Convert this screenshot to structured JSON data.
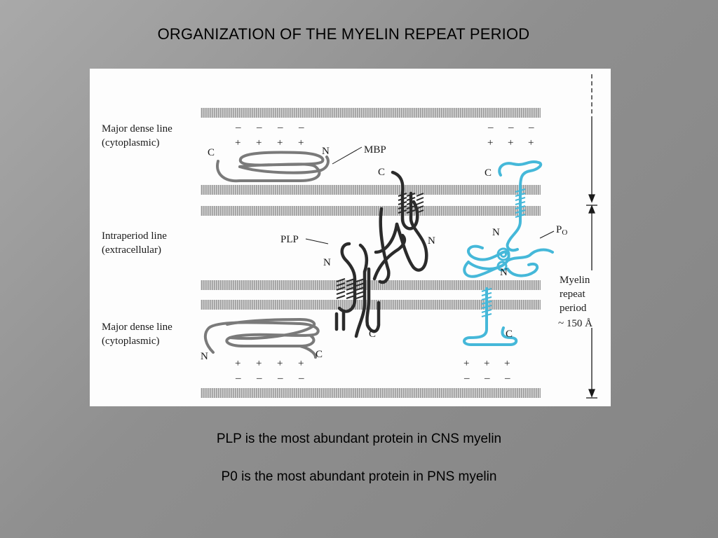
{
  "slide": {
    "title": "ORGANIZATION OF THE MYELIN REPEAT PERIOD",
    "captions": [
      "PLP is the most abundant protein in CNS myelin",
      "P0 is the most abundant protein in PNS myelin"
    ]
  },
  "diagram": {
    "layer_labels": {
      "major_dense_top": [
        "Major dense line",
        "(cytoplasmic)"
      ],
      "intraperiod": [
        "Intraperiod line",
        "(extracellular)"
      ],
      "major_dense_bottom": [
        "Major dense line",
        "(cytoplasmic)"
      ]
    },
    "protein_labels": {
      "mbp": "MBP",
      "plp": "PLP",
      "p0_main": "P",
      "p0_sub": "O"
    },
    "terminal_labels": {
      "c": "C",
      "n": "N"
    },
    "signs": {
      "minus": "–",
      "plus": "+"
    },
    "repeat_period": [
      "Myelin",
      "repeat",
      "period",
      "~ 150 Å"
    ],
    "colors": {
      "p0": "#45b8d9",
      "plp": "#2b2b2b",
      "mbp": "#7a7a7a",
      "membrane": "#b8b8b8"
    }
  }
}
